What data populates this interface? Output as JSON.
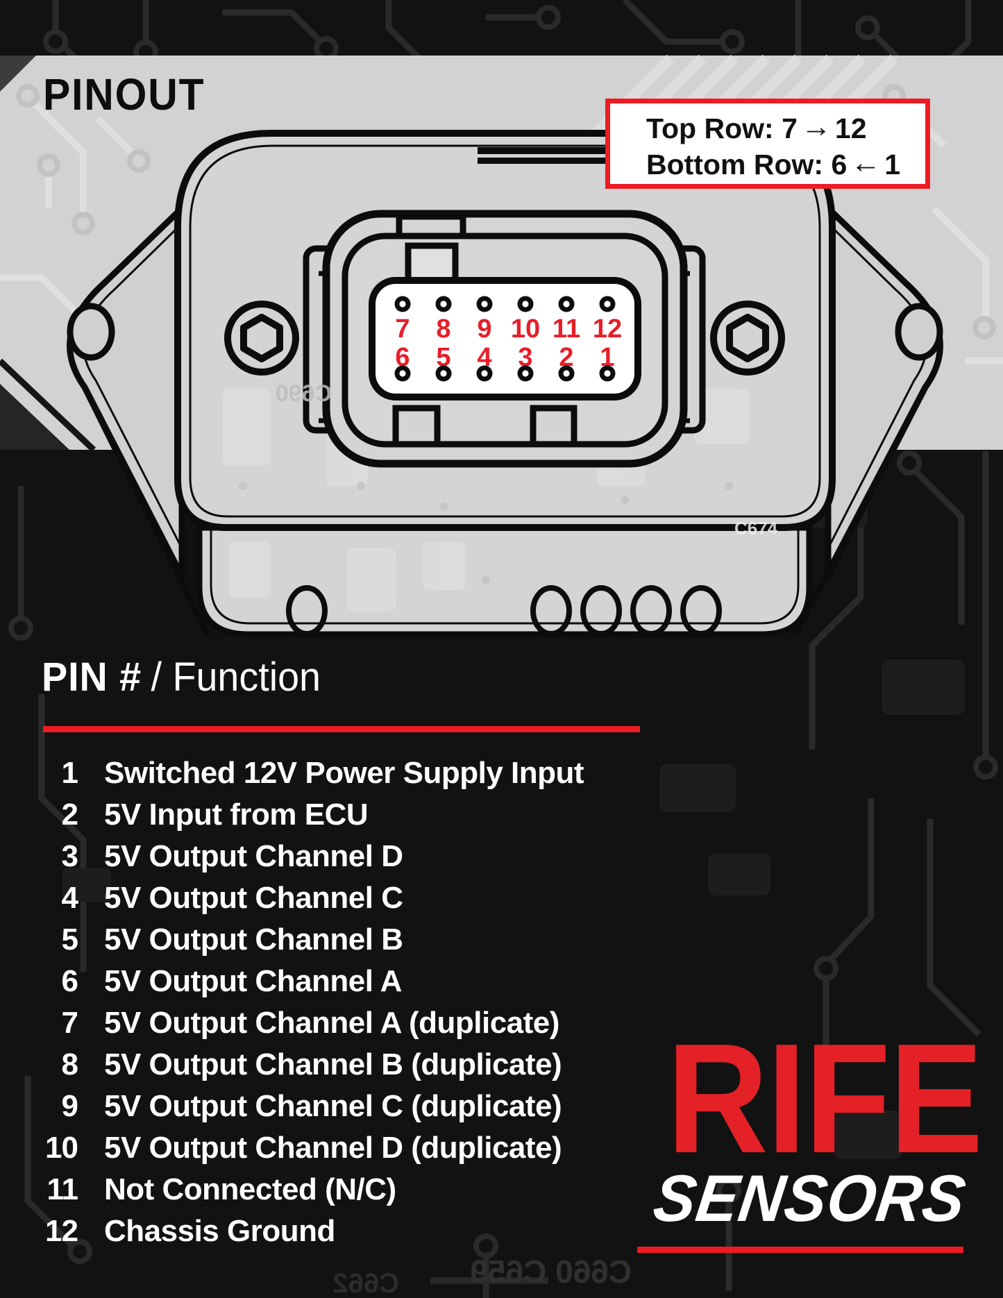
{
  "title": "PINOUT",
  "note_box": {
    "line1": {
      "label": "Top Row:",
      "from": "7",
      "arrow": "→",
      "to": "12"
    },
    "line2": {
      "label": "Bottom Row:",
      "from": "6",
      "arrow": "←",
      "to": "1"
    }
  },
  "connector": {
    "top_row": [
      "7",
      "8",
      "9",
      "10",
      "11",
      "12"
    ],
    "bottom_row": [
      "6",
      "5",
      "4",
      "3",
      "2",
      "1"
    ]
  },
  "section": {
    "heading_strong": "PIN #",
    "heading_light": "/ Function"
  },
  "pins": [
    {
      "pin": "1",
      "function": "Switched 12V Power Supply Input"
    },
    {
      "pin": "2",
      "function": "5V Input from ECU"
    },
    {
      "pin": "3",
      "function": "5V Output Channel D"
    },
    {
      "pin": "4",
      "function": "5V Output Channel C"
    },
    {
      "pin": "5",
      "function": "5V Output Channel B"
    },
    {
      "pin": "6",
      "function": "5V Output Channel A"
    },
    {
      "pin": "7",
      "function": "5V Output Channel A (duplicate)"
    },
    {
      "pin": "8",
      "function": "5V Output Channel B (duplicate)"
    },
    {
      "pin": "9",
      "function": "5V Output Channel C (duplicate)"
    },
    {
      "pin": "10",
      "function": "5V Output Channel D (duplicate)"
    },
    {
      "pin": "11",
      "function": "Not Connected (N/C)"
    },
    {
      "pin": "12",
      "function": "Chassis Ground"
    }
  ],
  "logo": {
    "brand": "RIFE",
    "word": "SENSORS"
  },
  "background": {
    "silkscreen": [
      "C690",
      "C674",
      "C660 C659",
      "C662"
    ]
  },
  "colors": {
    "accent_red": "#ED1C24",
    "pin_number_red": "#E71E29",
    "logo_red": "#E32127",
    "body_gray": "#D4D4D4",
    "band_gray": "#D2D2D2",
    "dark_bg": "#121212",
    "line_black": "#0C0C0C",
    "text_white": "#FFFFFF"
  }
}
